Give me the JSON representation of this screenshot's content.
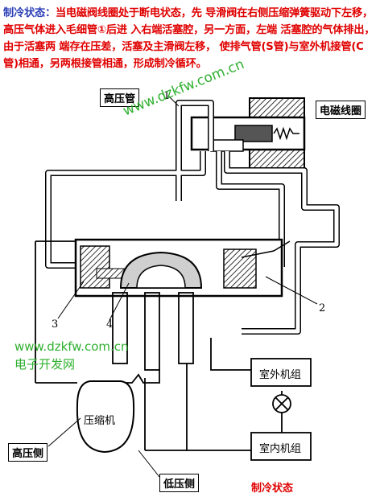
{
  "description": {
    "lead": "制冷状态：",
    "text": "当电磁阀线圈处于断电状态，先 导滑阀在右侧压缩弹簧驱动下左移，高压气体进入毛细管①后进 入右端活塞腔，另一方面，左端 活塞腔的气体排出，由于活塞两 端存在压差，活塞及主滑阀左移， 使排气管(S管)与室外机接管(C 管)相通，另两根接管相通，形成制冷循环。"
  },
  "labels": {
    "high_pressure_pipe": "高压管",
    "solenoid_coil": "电磁线圈",
    "high_pressure_side": "高压侧",
    "low_pressure_side": "低压侧",
    "compressor": "压缩机",
    "outdoor_unit": "室外机组",
    "indoor_unit": "室内机组",
    "caption": "制冷状态"
  },
  "numbers": {
    "n1": "1",
    "n2": "2",
    "n3": "3",
    "n4": "4"
  },
  "watermarks": {
    "url": "www.dzkfw.com.cn",
    "site": "电子开发网",
    "url_diag": "www.dzkfw.com.cn"
  }
}
